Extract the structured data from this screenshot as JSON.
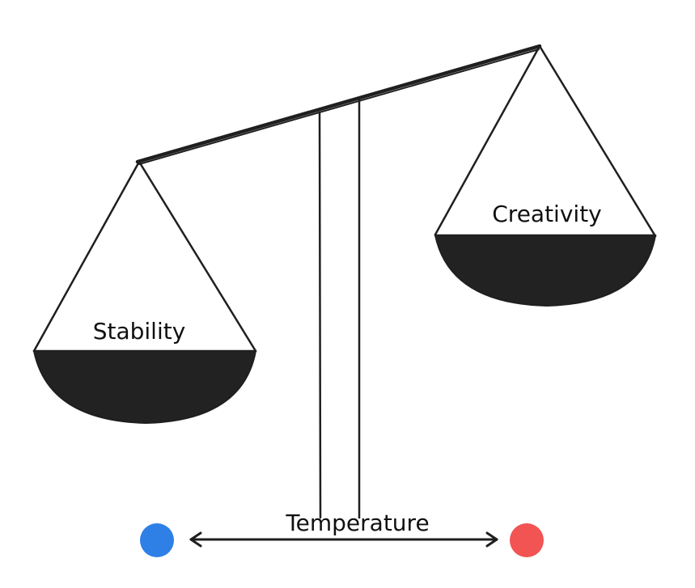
{
  "diagram": {
    "left_pan_label": "Stability",
    "right_pan_label": "Creativity",
    "axis_label": "Temperature"
  },
  "colors": {
    "ink": "#1f1f1f",
    "low_dot": "#2f80e6",
    "high_dot": "#f25353"
  }
}
